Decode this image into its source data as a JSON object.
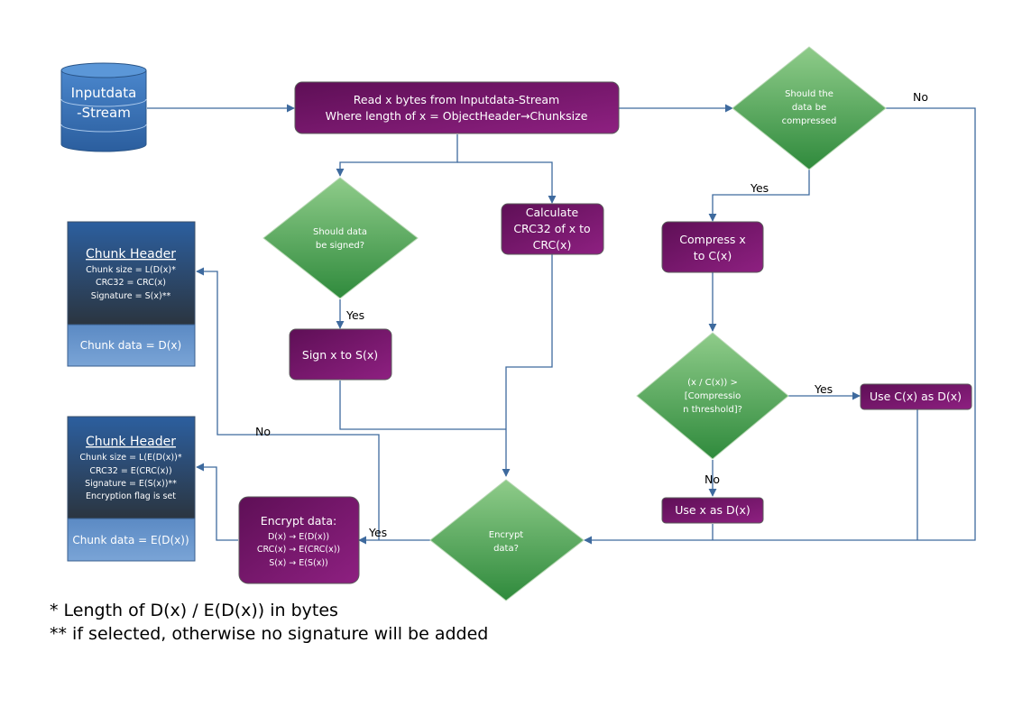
{
  "datastore": {
    "line1": "Inputdata",
    "line2": "-Stream"
  },
  "read_box": {
    "line1": "Read x bytes from Inputdata-Stream",
    "line2": "Where length of x = ObjectHeader→Chunksize"
  },
  "compress_decision": {
    "line1": "Should the",
    "line2": "data be",
    "line3": "compressed"
  },
  "sign_decision": {
    "line1": "Should data",
    "line2": "be signed?"
  },
  "crc_box": {
    "line1": "Calculate",
    "line2": "CRC32 of x to",
    "line3": "CRC(x)"
  },
  "compress_box": {
    "line1": "Compress x",
    "line2": "to C(x)"
  },
  "sign_box": {
    "label": "Sign x to S(x)"
  },
  "threshold_decision": {
    "line1": "(x / C(x)) >",
    "line2": "[Compressio",
    "line3": "n threshold]?"
  },
  "use_cx_box": {
    "label": "Use C(x) as D(x)"
  },
  "use_x_box": {
    "label": "Use x as D(x)"
  },
  "encrypt_decision": {
    "line1": "Encrypt",
    "line2": "data?"
  },
  "encrypt_box": {
    "title": "Encrypt data:",
    "line1": "D(x) → E(D(x))",
    "line2": "CRC(x) → E(CRC(x))",
    "line3": "S(x) → E(S(x))"
  },
  "chunk_plain": {
    "title": "Chunk Header",
    "line1": "Chunk size = L(D(x)*",
    "line2": "CRC32 = CRC(x)",
    "line3": "Signature = S(x)**",
    "data": "Chunk data = D(x)"
  },
  "chunk_enc": {
    "title": "Chunk Header",
    "line1": "Chunk size = L(E(D(x))*",
    "line2": "CRC32 = E(CRC(x))",
    "line3": "Signature = E(S(x))**",
    "line4": "Encryption flag is set",
    "data": "Chunk data = E(D(x))"
  },
  "labels": {
    "no_compress": "No",
    "yes_compress": "Yes",
    "yes_sign": "Yes",
    "yes_threshold": "Yes",
    "no_threshold": "No",
    "no_encrypt": "No",
    "yes_encrypt": "Yes"
  },
  "footnotes": {
    "note1": "* Length of D(x) / E(D(x)) in bytes",
    "note2": "** if selected, otherwise no signature will be added"
  },
  "colors": {
    "process": "#7a1a6a",
    "decision": "#4ea34e",
    "chunk_header": "#2a4a70",
    "chunk_data": "#6a94c8",
    "connector": "#3e6a9e"
  }
}
